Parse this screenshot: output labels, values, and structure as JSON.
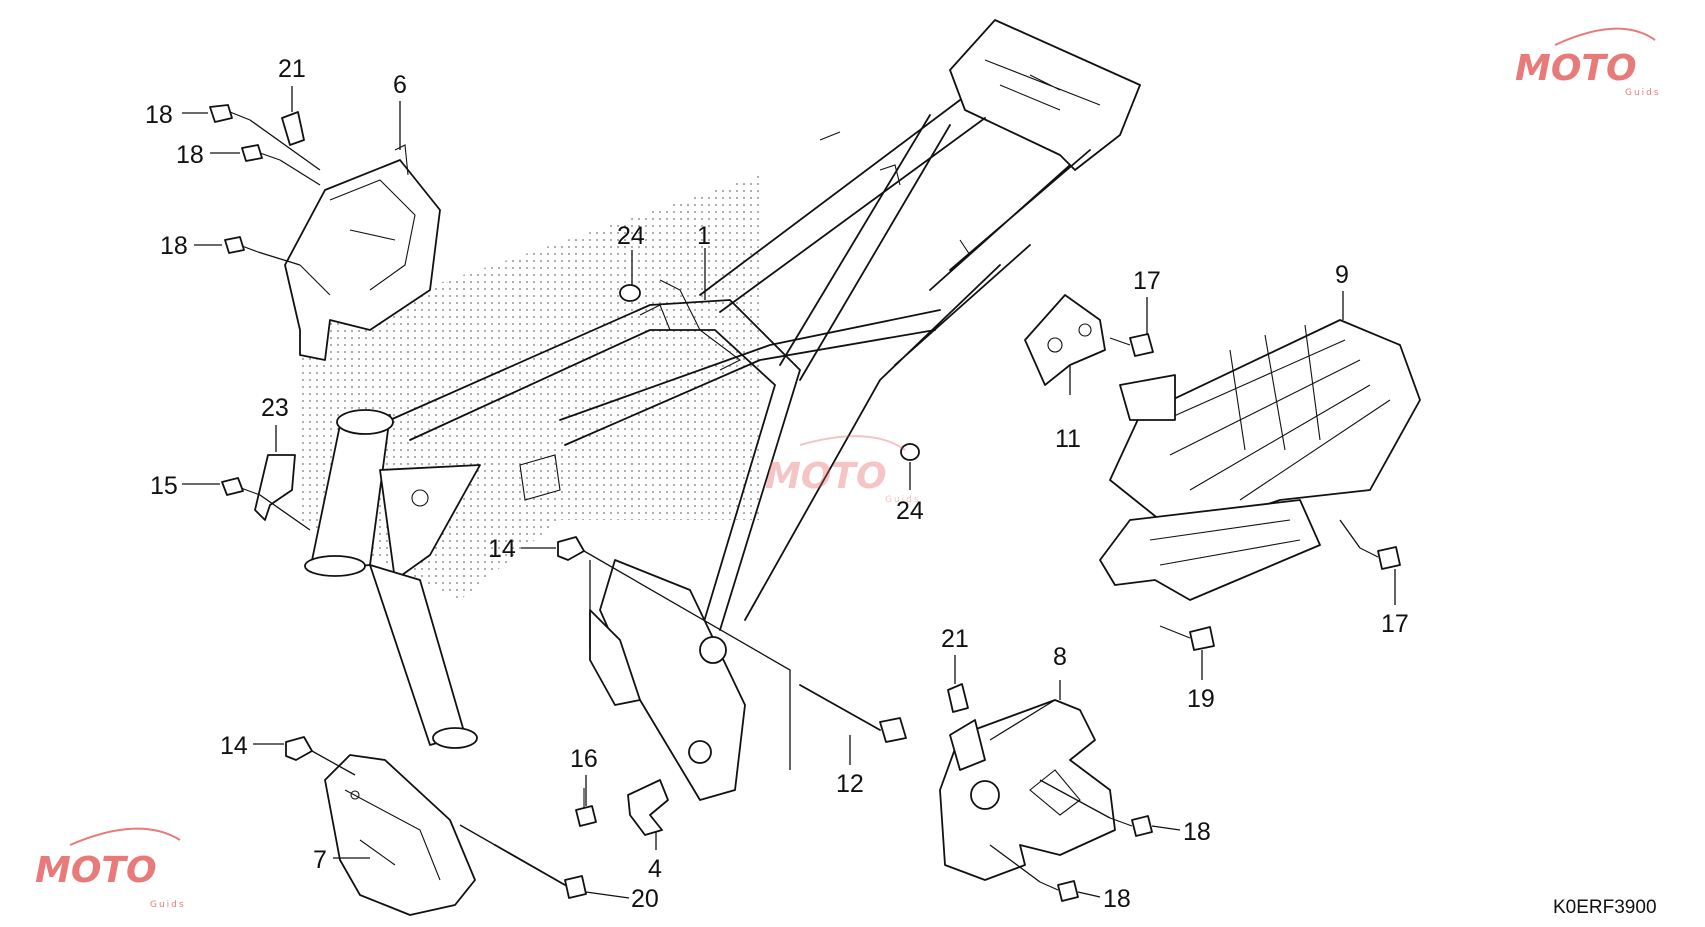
{
  "diagram_code": "K0ERF3900",
  "watermark": {
    "brand": "MOTO",
    "sub": "Guids",
    "color": "#e35a5a"
  },
  "callouts": [
    {
      "id": "c-21a",
      "label": "21"
    },
    {
      "id": "c-6",
      "label": "6"
    },
    {
      "id": "c-18a",
      "label": "18"
    },
    {
      "id": "c-18b",
      "label": "18"
    },
    {
      "id": "c-18c",
      "label": "18"
    },
    {
      "id": "c-24a",
      "label": "24"
    },
    {
      "id": "c-1",
      "label": "1"
    },
    {
      "id": "c-23",
      "label": "23"
    },
    {
      "id": "c-15",
      "label": "15"
    },
    {
      "id": "c-14a",
      "label": "14"
    },
    {
      "id": "c-24b",
      "label": "24"
    },
    {
      "id": "c-17a",
      "label": "17"
    },
    {
      "id": "c-9",
      "label": "9"
    },
    {
      "id": "c-11",
      "label": "11"
    },
    {
      "id": "c-17b",
      "label": "17"
    },
    {
      "id": "c-19",
      "label": "19"
    },
    {
      "id": "c-21b",
      "label": "21"
    },
    {
      "id": "c-8",
      "label": "8"
    },
    {
      "id": "c-12",
      "label": "12"
    },
    {
      "id": "c-16",
      "label": "16"
    },
    {
      "id": "c-4",
      "label": "4"
    },
    {
      "id": "c-14b",
      "label": "14"
    },
    {
      "id": "c-7",
      "label": "7"
    },
    {
      "id": "c-20",
      "label": "20"
    },
    {
      "id": "c-18d",
      "label": "18"
    },
    {
      "id": "c-18e",
      "label": "18"
    }
  ]
}
